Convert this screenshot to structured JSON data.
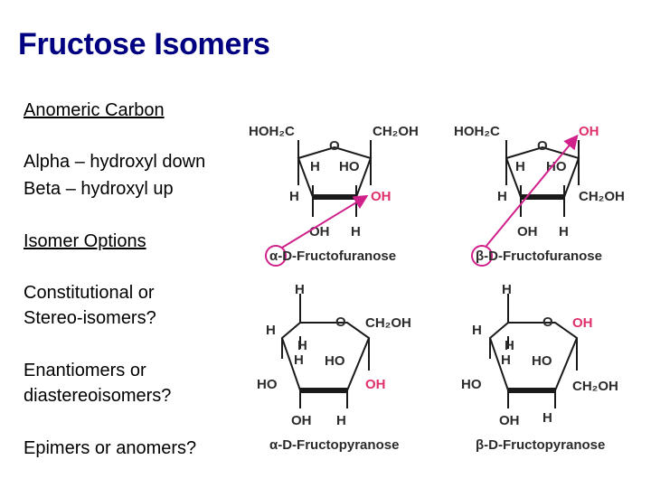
{
  "title": "Fructose Isomers",
  "bullets": [
    "Anomeric Carbon",
    "Alpha – hydroxyl down",
    "Beta – hydroxyl up",
    "Isomer Options",
    "Constitutional or",
    "Stereo-isomers?",
    "Enantiomers or",
    "diastereoisomers?",
    "Epimers or anomers?"
  ],
  "structures": {
    "alpha_furanose": {
      "name_prefix": "α",
      "name_suffix": "-D-Fructofuranose",
      "labels": [
        "HOH₂C",
        "CH₂OH",
        "O",
        "H",
        "HO",
        "H",
        "OH",
        "OH",
        "H"
      ]
    },
    "beta_furanose": {
      "name_prefix": "β",
      "name_suffix": "-D-Fructofuranose",
      "labels": [
        "HOH₂C",
        "OH",
        "O",
        "H",
        "HO",
        "H",
        "CH₂OH",
        "OH",
        "H"
      ]
    },
    "alpha_pyranose": {
      "name_prefix": "α",
      "name_suffix": "-D-Fructopyranose",
      "labels": [
        "H",
        "H",
        "O",
        "CH₂OH",
        "H",
        "H",
        "HO",
        "HO",
        "OH",
        "OH",
        "H"
      ]
    },
    "beta_pyranose": {
      "name_prefix": "β",
      "name_suffix": "-D-Fructopyranose",
      "labels": [
        "H",
        "H",
        "O",
        "OH",
        "H",
        "H",
        "HO",
        "HO",
        "CH₂OH",
        "OH",
        "H"
      ]
    }
  },
  "colors": {
    "title": "#000080",
    "highlight": "#e0306a",
    "arrow": "#d0208a",
    "circle": "#d0208a"
  }
}
